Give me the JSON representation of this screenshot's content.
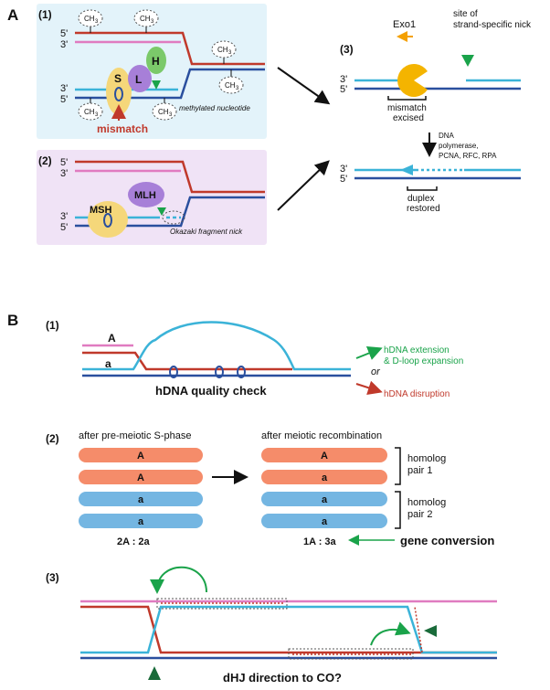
{
  "section_a": {
    "letter": "A",
    "panel1": {
      "index": "(1)",
      "strand_top_5": "5'",
      "strand_top_3": "3'",
      "strand_bot_3": "3'",
      "strand_bot_5": "5'",
      "methyl_label": "CH",
      "methyl_sub": "3",
      "protein_s": "S",
      "protein_l": "L",
      "protein_h": "H",
      "mismatch_label": "mismatch",
      "methylated_label": "methylated nucleotide"
    },
    "panel2": {
      "index": "(2)",
      "strand_top_5": "5'",
      "strand_top_3": "3'",
      "strand_bot_3": "3'",
      "strand_bot_5": "5'",
      "protein_msh": "MSH",
      "protein_mlh": "MLH",
      "nick_label": "Okazaki fragment nick"
    },
    "panel3": {
      "index": "(3)",
      "exo_label": "Exo1",
      "nick_site_label_1": "site of",
      "nick_site_label_2": "strand-specific nick",
      "s3": "3'",
      "s5": "5'",
      "excised_1": "mismatch",
      "excised_2": "excised",
      "enzymes_1": "DNA",
      "enzymes_2": "polymerase,",
      "enzymes_3": "PCNA, RFC, RPA",
      "restored_1": "duplex",
      "restored_2": "restored",
      "s3b": "3'",
      "s5b": "5'"
    }
  },
  "section_b": {
    "letter": "B",
    "panel1": {
      "index": "(1)",
      "allele_big": "A",
      "allele_small": "a",
      "quality_label": "hDNA quality check",
      "or_label": "or",
      "outcome_good_1": "hDNA extension",
      "outcome_good_2": "& D-loop expansion",
      "outcome_bad": "hDNA disruption"
    },
    "panel2": {
      "index": "(2)",
      "before_label": "after pre-meiotic S-phase",
      "after_label": "after meiotic recombination",
      "before_alleles": [
        "A",
        "A",
        "a",
        "a"
      ],
      "after_alleles": [
        "A",
        "a",
        "a",
        "a"
      ],
      "pair1_1": "homolog",
      "pair1_2": "pair 1",
      "pair2_1": "homolog",
      "pair2_2": "pair 2",
      "ratio_before": "2A : 2a",
      "ratio_after": "1A : 3a",
      "gene_conversion": "gene conversion"
    },
    "panel3": {
      "index": "(3)",
      "question": "dHJ direction to CO?"
    }
  },
  "colors": {
    "red_strand": "#c0392b",
    "pink_strand": "#e07bc0",
    "blue_strand": "#2a4f9e",
    "cyan_strand": "#3bb3d8",
    "panel_a1_bg": "#e3f3fa",
    "panel_a2_bg": "#f0e3f6",
    "protein_s": "#f5d77a",
    "protein_l": "#a77fd8",
    "protein_h": "#7bc96a",
    "exo": "#f4b400",
    "green": "#1aa34a",
    "salmon_bar": "#f58c6a",
    "blue_bar": "#74b6e2"
  }
}
